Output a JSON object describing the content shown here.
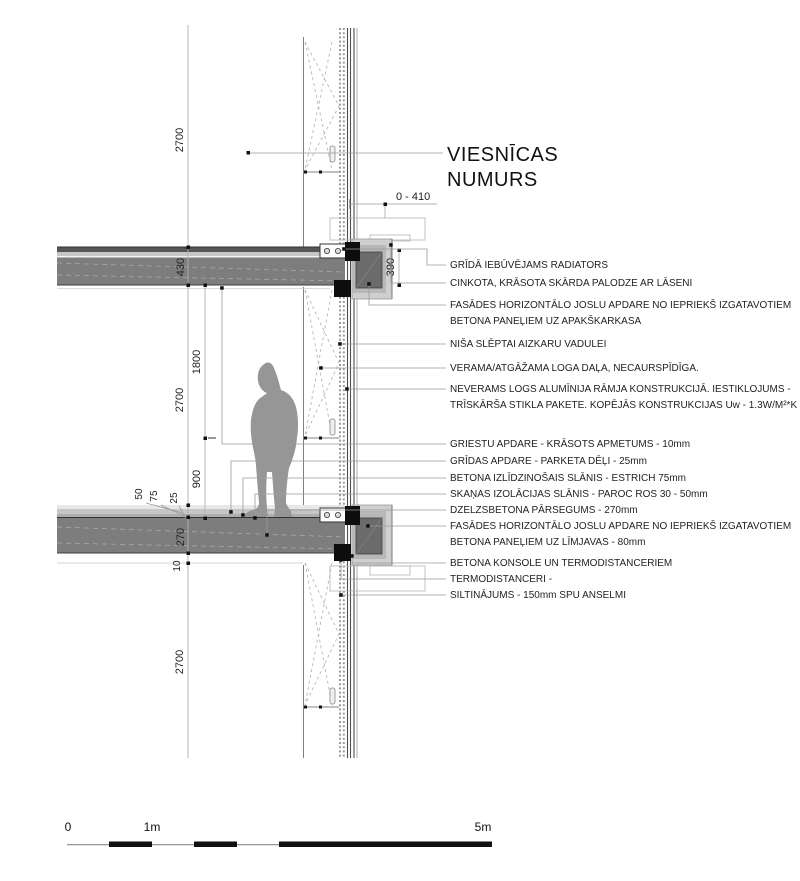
{
  "drawing_title": {
    "line1": "VIESNĪCAS",
    "line2": "NUMURS"
  },
  "dimensions": {
    "upper_room_height": "2700",
    "upper_slab_total": "430",
    "window_opening_height": "1800",
    "room_height": "2700",
    "parapet_height": "900",
    "layer_50": "50",
    "layer_75": "75",
    "layer_25": "25",
    "slab_thickness": "270",
    "ceiling_finish": "10",
    "lower_room_height": "2700",
    "sill_offset_range": "0 - 410",
    "slab_edge_height": "390"
  },
  "notes": [
    "GRĪDĀ IEBŪVĒJAMS RADIATORS",
    "CINKOTA, KRĀSOTA SKĀRDA PALODZE AR LĀSENI",
    "FASĀDES HORIZONTĀLO JOSLU APDARE NO IEPRIEKŠ IZGATAVOTIEM",
    "BETONA PANEĻIEM UZ APAKŠKARKASA",
    "NIŠA SLĒPTAI AIZKARU VADULEI",
    "VERAMA/ATGĀŽAMA LOGA DAĻA, NECAURSPĪDĪGA.",
    "NEVERAMS LOGS ALUMĪNIJA RĀMJA KONSTRUKCIJĀ. IESTIKLOJUMS -",
    "TRĪSKĀRŠA STIKLA PAKETE. KOPĒJĀS KONSTRUKCIJAS Uw - 1.3W/M²*K",
    "GRIESTU APDARE - KRĀSOTS APMETUMS - 10mm",
    "GRĪDAS APDARE - PARKETA DĒĻI - 25mm",
    "BETONA IZLĪDZINOŠAIS SLĀNIS - ESTRICH 75mm",
    "SKAŅAS IZOLĀCIJAS SLĀNIS - PAROC ROS 30 - 50mm",
    "DZELZSBETONA PĀRSEGUMS - 270mm",
    "FASĀDES HORIZONTĀLO JOSLU APDARE NO IEPRIEKŠ IZGATAVOTIEM",
    "BETONA PANEĻIEM UZ LĪMJAVAS - 80mm",
    "BETONA KONSOLE UN TERMODISTANCERIEM",
    "TERMODISTANCERI -",
    "SILTINĀJUMS - 150mm SPU ANSELMI"
  ],
  "scale_bar": {
    "start": "0",
    "mid": "1m",
    "end": "5m"
  },
  "colors": {
    "slab_grey": "#7d7d7d",
    "slab_dark_band": "#565656",
    "panel_dark": "#6b6b6b",
    "panel_light": "#cfcfcf",
    "silhouette_grey": "#969696",
    "leader_grey": "#9a9a9a",
    "frame_black": "#0d0d0d"
  }
}
